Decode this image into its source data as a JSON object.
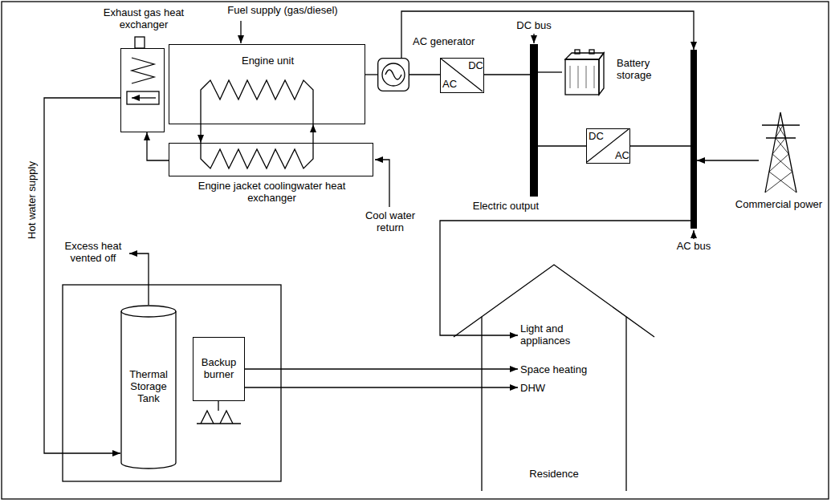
{
  "diagram": {
    "nodes": [
      {
        "text": [
          "Exhaust gas heat exchanger"
        ]
      },
      {
        "text": [
          "Engine unit"
        ]
      },
      {
        "text": [
          "AC generator"
        ]
      },
      {
        "text": [
          "DC bus"
        ]
      },
      {
        "text": [
          "Battery storage"
        ]
      },
      {
        "text": [
          "DC",
          "AC"
        ]
      },
      {
        "text": [
          "AC bus"
        ]
      },
      {
        "text": [
          "DC",
          "AC"
        ]
      },
      {
        "text": [
          "Commercial power"
        ]
      },
      {
        "text": [
          "Engine jacket coolingwater heat exchanger"
        ]
      },
      {
        "text": [
          "Thermal Storage Tank"
        ]
      },
      {
        "text": [
          "Backup burner"
        ]
      },
      {
        "text": [
          "Residence"
        ]
      },
      {
        "text": [
          "Light and appliances"
        ],
        "in": 12
      },
      {
        "text": [
          "Space heating"
        ],
        "in": 12
      },
      {
        "text": [
          "DHW"
        ],
        "in": 12
      }
    ],
    "edges": [
      {
        "from": 1,
        "to": 2,
        "arrow": "none"
      },
      {
        "from": 2,
        "to": 5,
        "arrow": "none"
      },
      {
        "from": 2,
        "to": 6,
        "arrow": "to"
      },
      {
        "from": 5,
        "to": 3,
        "arrow": "none"
      },
      {
        "from": 3,
        "to": 4,
        "arrow": "none"
      },
      {
        "from": 3,
        "to": 7,
        "arrow": "none"
      },
      {
        "from": 7,
        "to": 6,
        "arrow": "none"
      },
      {
        "from": 8,
        "to": 6,
        "arrow": "to"
      },
      {
        "from": 6,
        "to": 13,
        "arrow": "to"
      },
      {
        "from": 1,
        "to": 9,
        "arrow": "to"
      },
      {
        "from": 9,
        "to": 1,
        "arrow": "to"
      },
      {
        "from": 9,
        "to": 0,
        "arrow": "to"
      },
      {
        "from": 0,
        "to": 10,
        "arrow": "to"
      },
      {
        "from": 11,
        "to": 14,
        "arrow": "to"
      },
      {
        "from": 11,
        "to": 15,
        "arrow": "to"
      }
    ],
    "labels": [
      "Fuel supply (gas/diesel)",
      "Electric output",
      "Hot water supply",
      "Excess heat vented off",
      "Cool water return"
    ]
  }
}
